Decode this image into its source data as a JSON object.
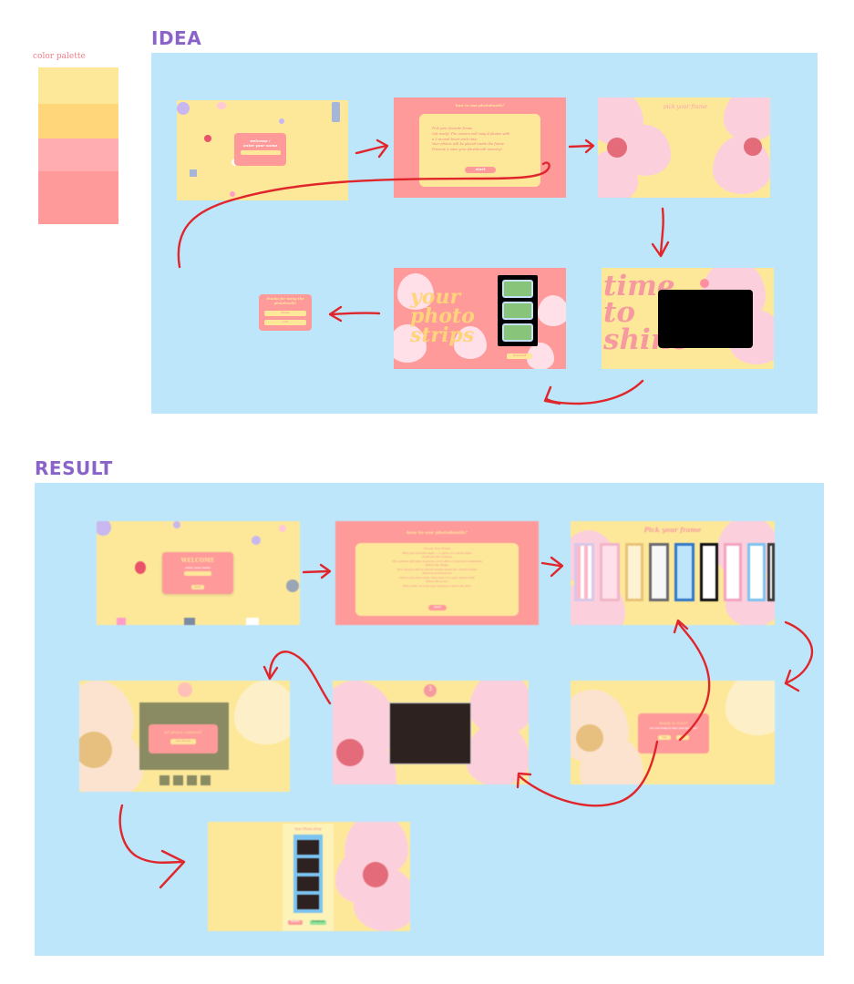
{
  "headings": {
    "idea": "IDEA",
    "result": "RESULT"
  },
  "palette": {
    "label": "color palette",
    "colors": [
      "#fde89a",
      "#ffd77a",
      "#ffadb0",
      "#ff9a9a"
    ]
  },
  "colors": {
    "board": "#bde6fb",
    "arrow": "#e0262b",
    "heading": "#8a63c9"
  },
  "idea": {
    "welcome": {
      "title": "welcome !",
      "subtitle": "enter your name"
    },
    "howto": {
      "title": "how to use photobooth?",
      "lines": [
        "Pick your favorite frame",
        "Get ready! The camera will snap 4 photos with",
        "a 3 second timer each time.",
        "Your photos will be placed inside the frame.",
        "Preview & save your photobooth memory!"
      ],
      "button": "start"
    },
    "pick": {
      "title": "pick your frame"
    },
    "shine": {
      "text": "time to shine"
    },
    "strip": {
      "text": "your photo strips",
      "button": "download"
    },
    "thanks": {
      "title": "thanks for using the photobooth!",
      "btn1": "retake",
      "btn2": "exit"
    }
  },
  "result": {
    "welcome": {
      "title": "WELCOME",
      "subtitle": "enter your name",
      "button": "start"
    },
    "howto": {
      "title": "how to use photobooth?",
      "lines": [
        "Choose Your Frame",
        "Pick your favorite style — a photo or a photo strip",
        "Smile for the Camera",
        "The camera will snap 4 photos, each after a 3-second countdown",
        "Watch the Magic",
        "Your photos will be placed neatly inside the chosen frame",
        "Preview & Download",
        "Check your final strip, then save it to your device with",
        "Share the Love!",
        "Post, send, or print your photos to share the fun!"
      ],
      "button": "start"
    },
    "pick": {
      "title": "Pick your frame"
    },
    "ready": {
      "title": "Ready to Start?",
      "subtitle": "Are you ready to take your pictures?",
      "yes": "Yes",
      "no": "No"
    },
    "countdown": {
      "number": "3"
    },
    "captured": {
      "title": "All photos captured!",
      "button": "See Result"
    },
    "final": {
      "title": "Your Photo Strip",
      "btn_retake": "Retake",
      "btn_download": "Download"
    }
  }
}
